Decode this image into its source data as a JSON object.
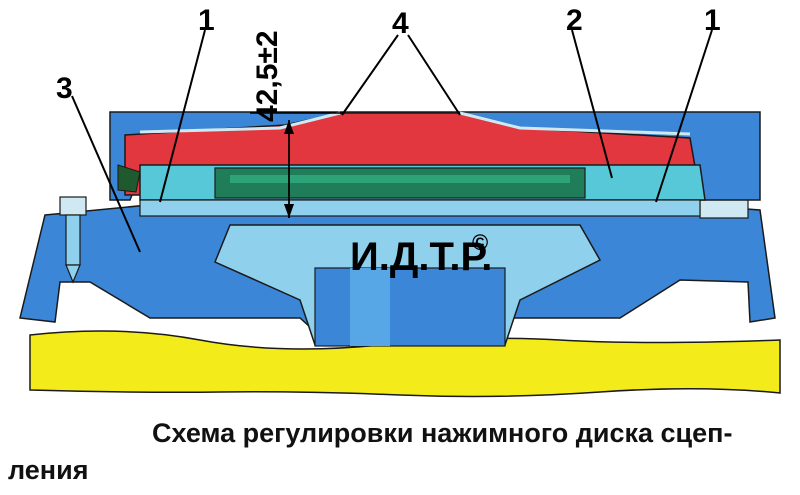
{
  "diagram": {
    "labels": {
      "label_1_left": "1",
      "label_1_right": "1",
      "label_2": "2",
      "label_3": "3",
      "label_4": "4"
    },
    "dimension": "42,5±2",
    "watermark": {
      "text": "И.Д.Т.Р.",
      "symbol": "©"
    },
    "caption": {
      "line1": "Схема регулировки нажимного диска сцеп-",
      "line2": "ления"
    },
    "colors": {
      "housing_blue": "#3b86d6",
      "light_blue": "#8fd0ec",
      "cyan_disc": "#57c8d8",
      "pressure_red": "#e2373f",
      "green_ring": "#1f7d5a",
      "base_yellow": "#f4ec1a",
      "outline": "#1a1a1a"
    }
  }
}
